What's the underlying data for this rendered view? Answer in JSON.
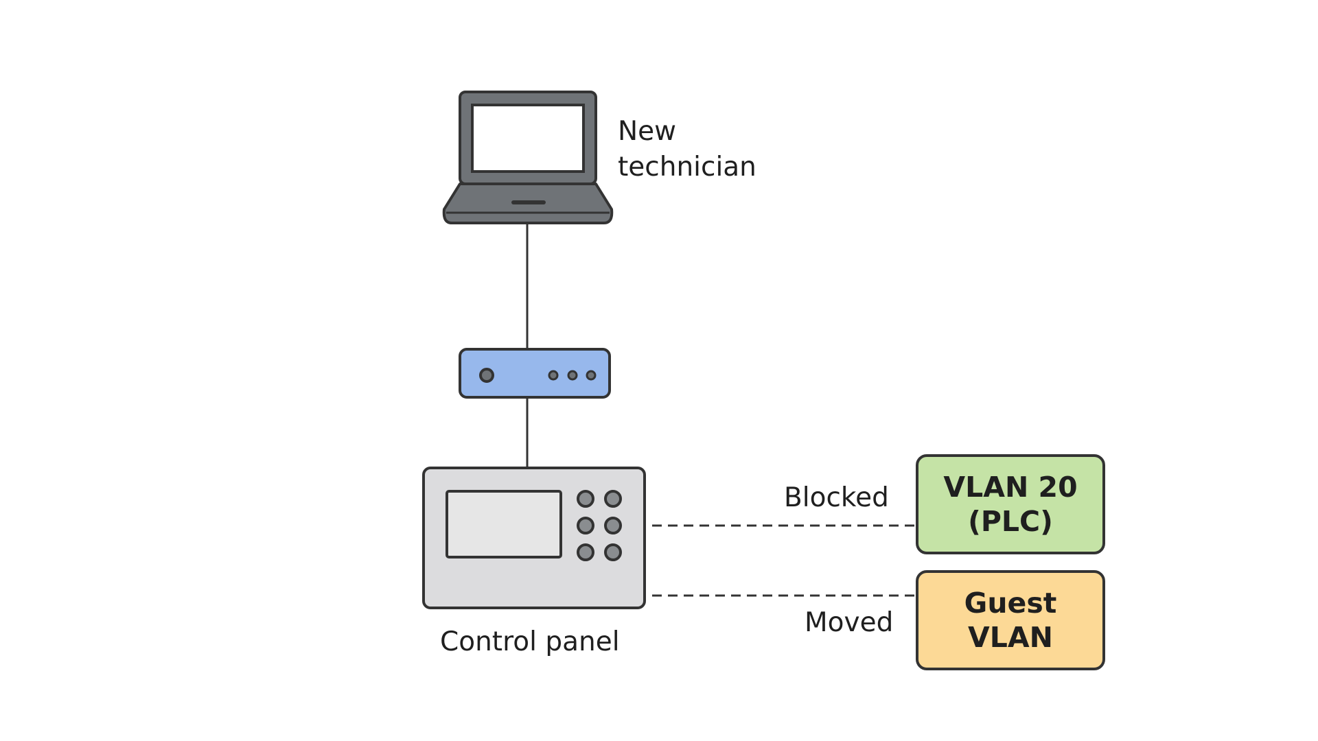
{
  "nodes": {
    "laptop": {
      "label_line1": "New",
      "label_line2": "technician"
    },
    "switch": {},
    "control_panel": {
      "label": "Control panel"
    },
    "vlan20": {
      "line1": "VLAN 20",
      "line2": "(PLC)",
      "fill": "#c5e3a6"
    },
    "guest_vlan": {
      "line1": "Guest",
      "line2": "VLAN",
      "fill": "#fcd996"
    }
  },
  "connections": {
    "blocked": {
      "label": "Blocked"
    },
    "moved": {
      "label": "Moved"
    }
  },
  "colors": {
    "stroke": "#333333",
    "laptop_body": "#6f7377",
    "switch_fill": "#97b8ec",
    "panel_fill": "#dcdcde",
    "screen_fill": "#e6e6e6"
  }
}
